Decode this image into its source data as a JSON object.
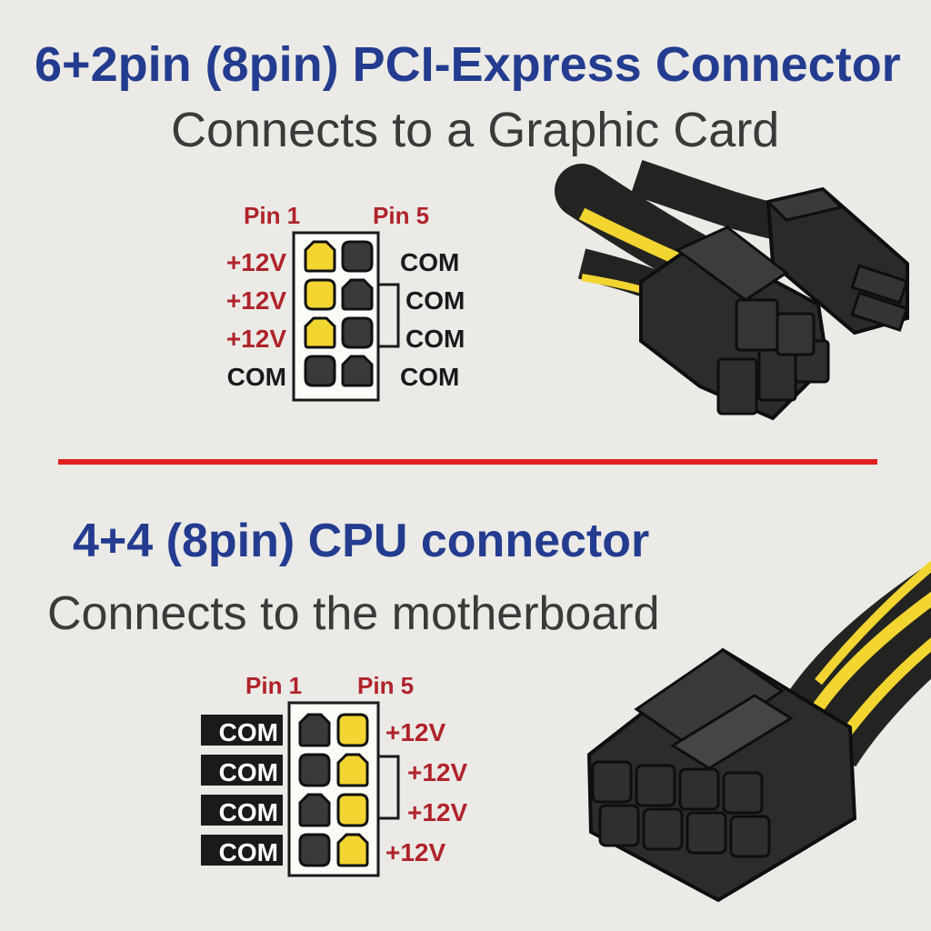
{
  "colors": {
    "title": "#233c8f",
    "subtitle": "#3a3a38",
    "divider": "#e0201e",
    "pinLabel": "#b0232a",
    "voltage": "#b0232a",
    "ground": "#1a1a1a",
    "wireYellow": "#f2d531",
    "pinDark": "#3a3a3a",
    "housing": "#2d2e2c",
    "background": "#ebeae6"
  },
  "pcie": {
    "title": "6+2pin (8pin) PCI-Express Connector",
    "subtitle": "Connects to a Graphic Card",
    "pin1": "Pin 1",
    "pin5": "Pin 5",
    "left": [
      "+12V",
      "+12V",
      "+12V",
      "COM"
    ],
    "right": [
      "COM",
      "COM",
      "COM",
      "COM"
    ],
    "pins": [
      [
        "yellow",
        "dark"
      ],
      [
        "yellow",
        "dark"
      ],
      [
        "yellow",
        "dark"
      ],
      [
        "dark",
        "dark"
      ]
    ]
  },
  "cpu": {
    "title": "4+4 (8pin) CPU connector",
    "subtitle": "Connects to the motherboard",
    "pin1": "Pin 1",
    "pin5": "Pin 5",
    "left": [
      "COM",
      "COM",
      "COM",
      "COM"
    ],
    "right": [
      "+12V",
      "+12V",
      "+12V",
      "+12V"
    ],
    "pins": [
      [
        "dark",
        "yellow"
      ],
      [
        "dark",
        "yellow"
      ],
      [
        "dark",
        "yellow"
      ],
      [
        "dark",
        "yellow"
      ]
    ]
  }
}
